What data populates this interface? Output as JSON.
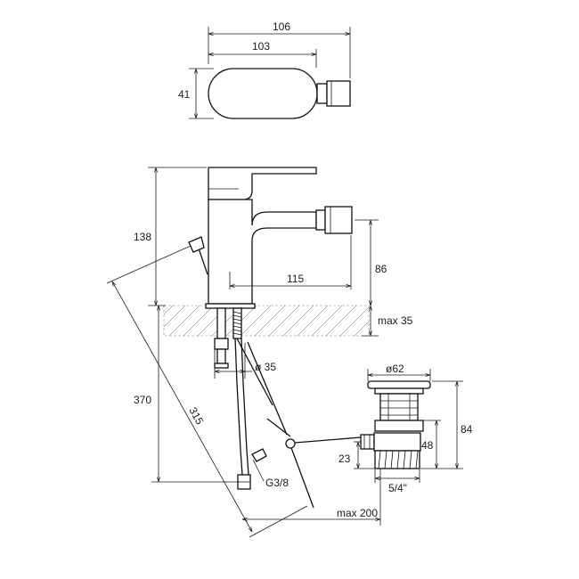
{
  "drawing": {
    "top_view": {
      "overall_width": "106",
      "body_width": "103",
      "depth": "41"
    },
    "side_view": {
      "height": "138",
      "spout_height": "86",
      "spout_reach": "115",
      "max_deck_thickness": "max 35",
      "hole_diameter": "ø 35",
      "hose_length": "370",
      "rod_length": "315",
      "hose_connection": "G3/8",
      "rod_max": "max 200"
    },
    "waste": {
      "flange_diameter": "ø62",
      "total_height": "84",
      "body_height": "48",
      "outlet_offset": "23",
      "thread": "5/4\""
    }
  }
}
